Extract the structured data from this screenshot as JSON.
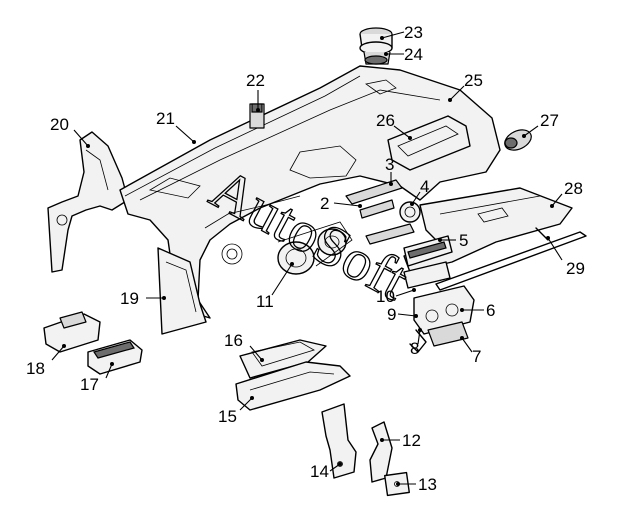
{
  "diagram": {
    "watermark": "AutoSoft",
    "callouts": [
      {
        "id": "c1",
        "label": "2"
      },
      {
        "id": "c2",
        "label": "3"
      },
      {
        "id": "c3",
        "label": "4"
      },
      {
        "id": "c4",
        "label": "5"
      },
      {
        "id": "c5",
        "label": "6"
      },
      {
        "id": "c6",
        "label": "7"
      },
      {
        "id": "c7",
        "label": "8"
      },
      {
        "id": "c8",
        "label": "9"
      },
      {
        "id": "c9",
        "label": "10"
      },
      {
        "id": "c10",
        "label": "11"
      },
      {
        "id": "c11",
        "label": "12"
      },
      {
        "id": "c12",
        "label": "13"
      },
      {
        "id": "c13",
        "label": "14"
      },
      {
        "id": "c14",
        "label": "15"
      },
      {
        "id": "c15",
        "label": "16"
      },
      {
        "id": "c16",
        "label": "17"
      },
      {
        "id": "c17",
        "label": "18"
      },
      {
        "id": "c18",
        "label": "19"
      },
      {
        "id": "c19",
        "label": "20"
      },
      {
        "id": "c20",
        "label": "21"
      },
      {
        "id": "c21",
        "label": "22"
      },
      {
        "id": "c22",
        "label": "23"
      },
      {
        "id": "c23",
        "label": "24"
      },
      {
        "id": "c24",
        "label": "25"
      },
      {
        "id": "c25",
        "label": "26"
      },
      {
        "id": "c26",
        "label": "27"
      },
      {
        "id": "c27",
        "label": "28"
      },
      {
        "id": "c28",
        "label": "29"
      }
    ]
  }
}
